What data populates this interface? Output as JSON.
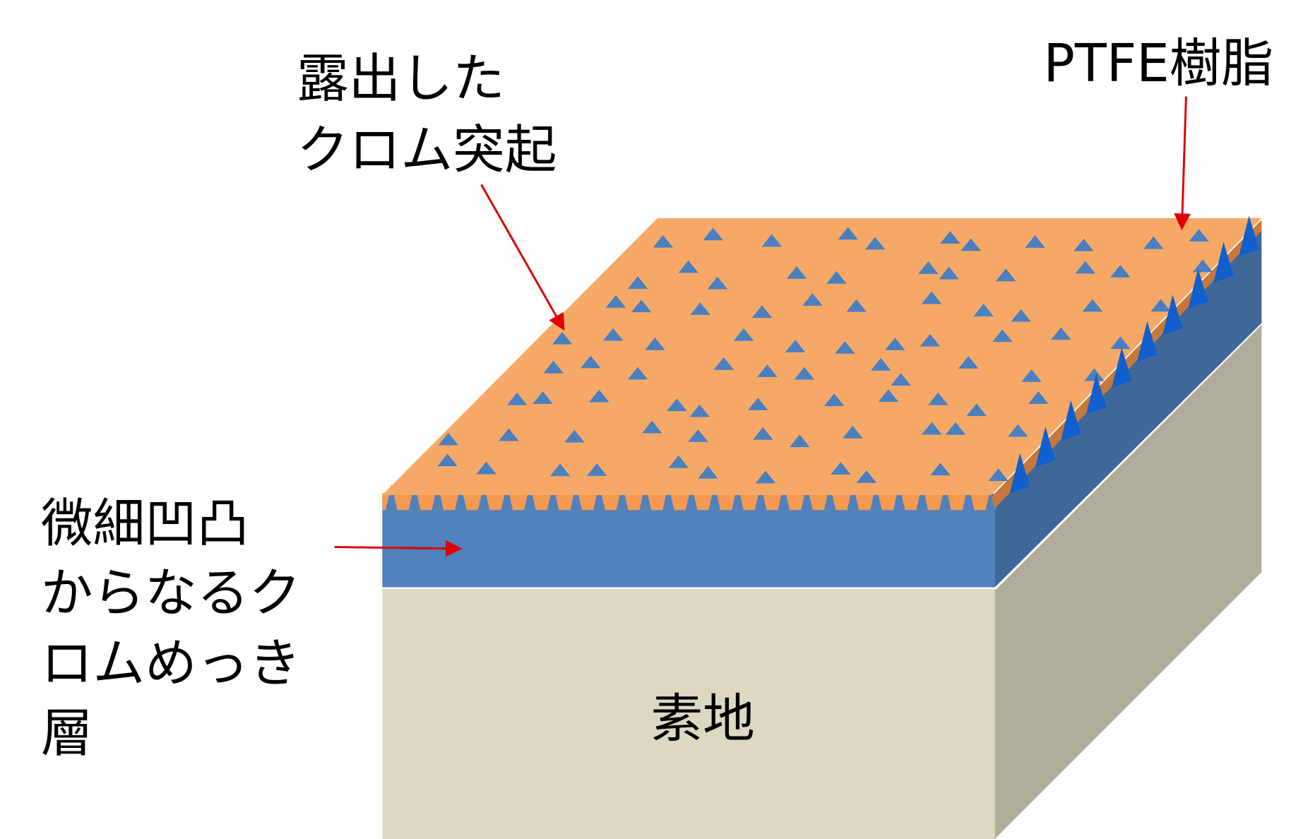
{
  "labels": {
    "exposed_chrome_line1": "露出した",
    "exposed_chrome_line2": "クロム突起",
    "ptfe": "PTFE樹脂",
    "chrome_layer_line1": "微細凹凸",
    "chrome_layer_line2": "からなるク",
    "chrome_layer_line3": "ロムめっき",
    "chrome_layer_line4": "層",
    "substrate": "素地"
  },
  "colors": {
    "ptfe_top": "#f6a966",
    "ptfe_edge": "#c8783a",
    "chrome_front": "#4f81bd",
    "chrome_side": "#3f6899",
    "cone": "#4a7fc0",
    "spike_side": "#0f5fcf",
    "substrate_front": "#ddd8c2",
    "substrate_side": "#b0ad9b",
    "arrow": "#e00000"
  }
}
